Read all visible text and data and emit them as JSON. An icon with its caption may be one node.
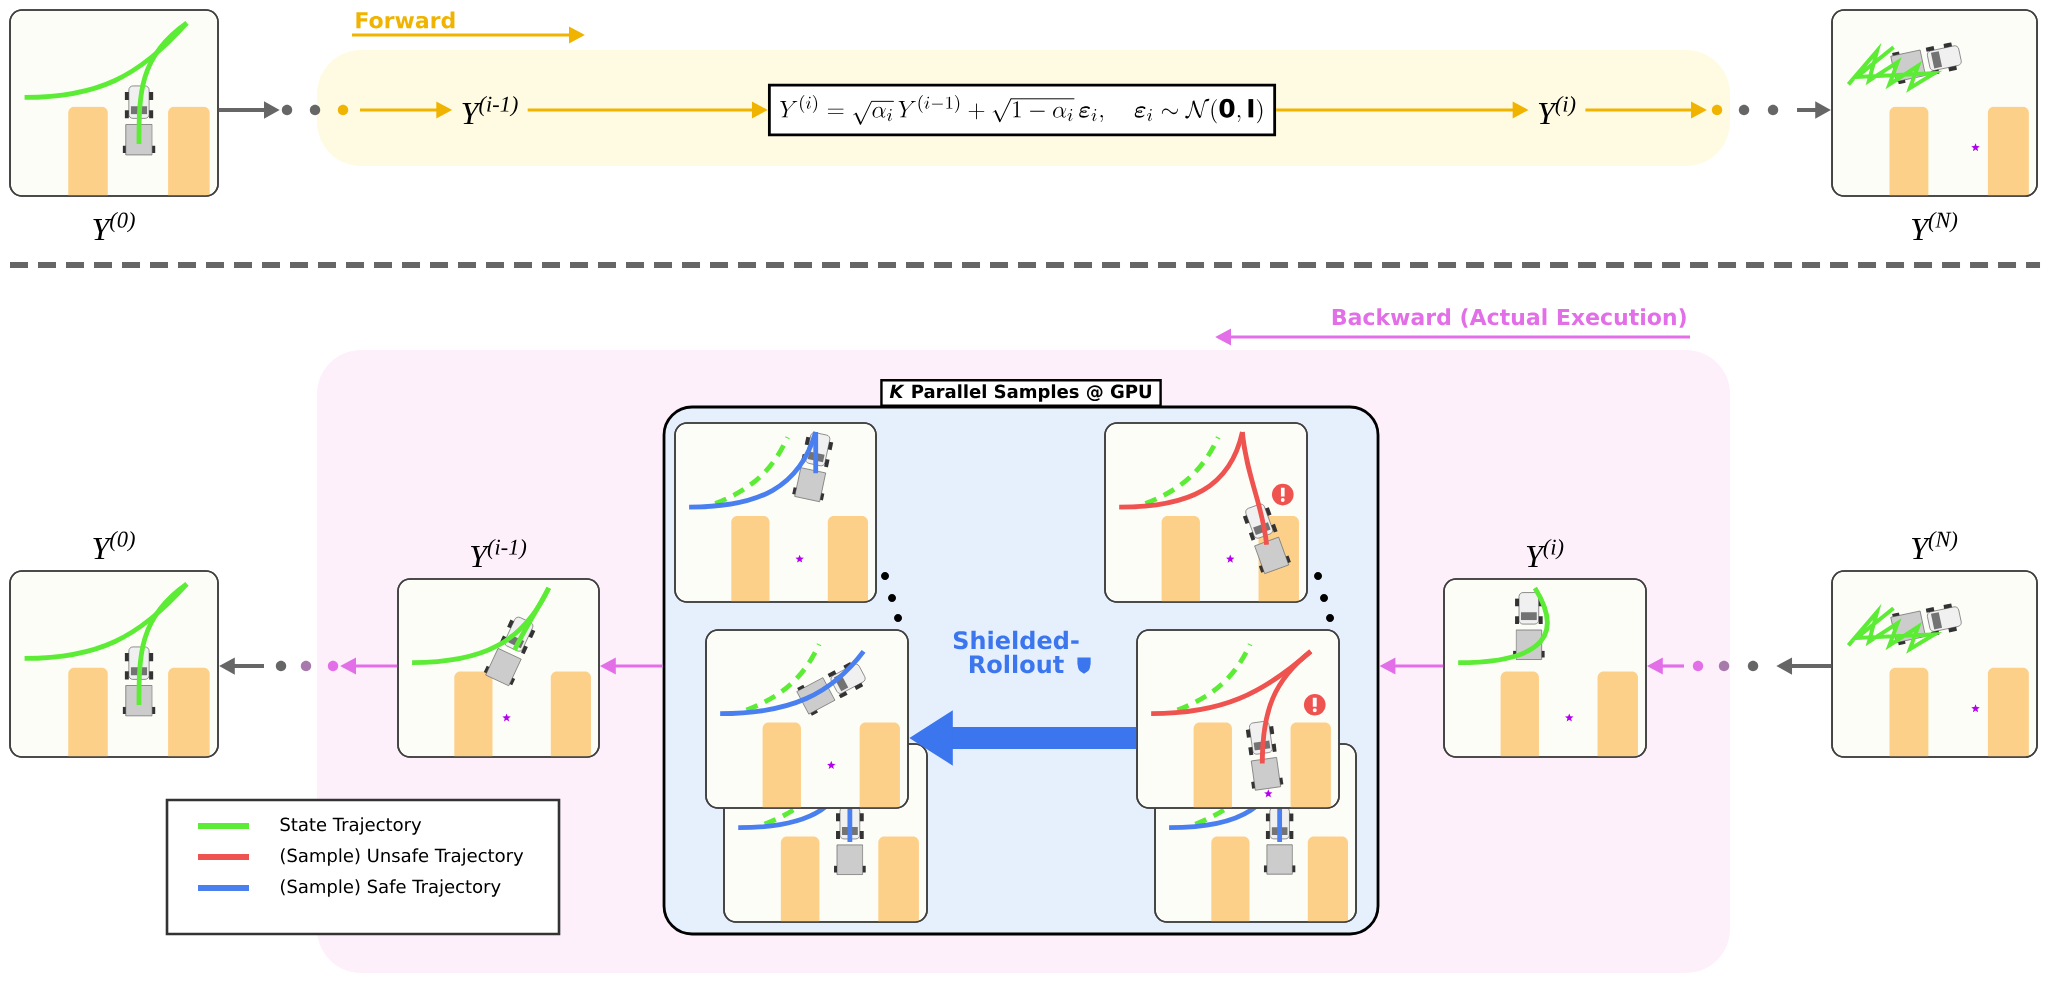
{
  "diagram": {
    "nodes": [
      {
        "text": [],
        "shape": "picture",
        "beside": [
          "Y$^{(0)}$"
        ]
      },
      {
        "text": [
          "Forward"
        ]
      },
      {
        "text": [
          "Y$^{(i-1)}$"
        ],
        "in": 1
      },
      {
        "text": [
          "Y^{(i)} = \\sqrt{\\alpha_i}\\,Y^{(i-1)} + \\sqrt{1-\\alpha_i}\\,\\boldsymbol{\\varepsilon}_i, \\quad \\boldsymbol{\\varepsilon}_i \\sim \\mathcal{N}(\\mathbf{0},\\mathbf{I})"
        ],
        "in": 1
      },
      {
        "text": [
          "Y$^{(i)}$"
        ],
        "in": 1
      },
      {
        "text": [],
        "shape": "picture",
        "beside": [
          "Y$^{(N)}$"
        ]
      },
      {
        "text": [],
        "shape": "picture",
        "beside": [
          "Y$^{(0)}$"
        ]
      },
      {
        "text": [
          "Backward (Actual Execution)"
        ]
      },
      {
        "text": [],
        "shape": "picture",
        "beside": [
          "Y$^{(i-1)}$"
        ],
        "in": 7
      },
      {
        "text": [
          "*K* Parallel Samples @ GPU"
        ],
        "in": 7
      },
      {
        "text": [],
        "shape": "picture",
        "in": 9
      },
      {
        "text": [],
        "shape": "picture",
        "in": 9
      },
      {
        "text": [],
        "shape": "picture",
        "in": 9
      },
      {
        "text": [],
        "shape": "picture",
        "in": 9
      },
      {
        "text": [],
        "shape": "picture",
        "in": 9
      },
      {
        "text": [],
        "shape": "picture",
        "in": 9
      },
      {
        "text": [],
        "shape": "picture",
        "beside": [
          "Y$^{(i)}$"
        ],
        "in": 7
      },
      {
        "text": [],
        "shape": "picture",
        "beside": [
          "Y$^{(N)}$"
        ]
      }
    ],
    "edges": [
      {
        "from": 0,
        "to": null,
        "arrow": "to",
        "color": "#666666"
      },
      {
        "from": null,
        "to": 2,
        "arrow": "to",
        "color": "#f0b400"
      },
      {
        "from": 2,
        "to": 3,
        "arrow": "to",
        "color": "#f0b400"
      },
      {
        "from": 3,
        "to": 4,
        "arrow": "to",
        "color": "#f0b400"
      },
      {
        "from": 4,
        "to": null,
        "arrow": "to",
        "color": "#f0b400"
      },
      {
        "from": null,
        "to": 5,
        "arrow": "to",
        "color": "#666666"
      },
      {
        "from": 17,
        "to": null,
        "arrow": "to",
        "color": "#666666"
      },
      {
        "from": null,
        "to": 16,
        "arrow": "to",
        "color": "#e36fe8"
      },
      {
        "from": 16,
        "to": 9,
        "arrow": "to",
        "color": "#e36fe8"
      },
      {
        "from": 9,
        "to": 8,
        "arrow": "to",
        "color": "#e36fe8"
      },
      {
        "from": 8,
        "to": null,
        "arrow": "to",
        "color": "#e36fe8"
      },
      {
        "from": null,
        "to": 6,
        "arrow": "to",
        "color": "#666666"
      },
      {
        "from": 14,
        "to": 11,
        "arrow": "to",
        "style": "thick",
        "color": "#3b76ef",
        "label": "Shielded-Rollout"
      }
    ],
    "legend": [
      {
        "text": "State Trajectory",
        "color": "#5cec36"
      },
      {
        "text": "(Sample) Unsafe Trajectory",
        "color": "#ef5350"
      },
      {
        "text": "(Sample) Safe Trajectory",
        "color": "#4a7ff0"
      }
    ]
  }
}
